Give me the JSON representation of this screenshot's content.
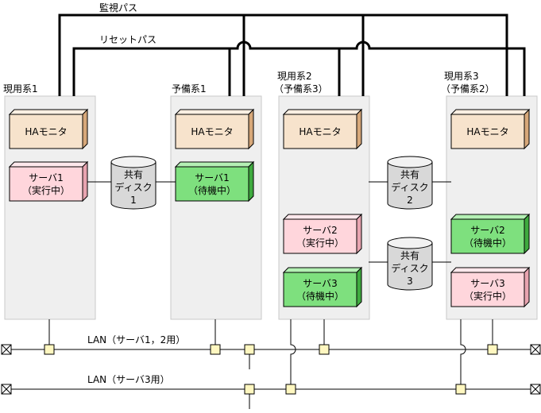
{
  "paths": {
    "monitor": "監視パス",
    "reset": "リセットパス"
  },
  "systems": {
    "s1": {
      "line1": "現用系1"
    },
    "s2": {
      "line1": "予備系1"
    },
    "s3": {
      "line1": "現用系2",
      "line2": "（予備系3）"
    },
    "s4": {
      "line1": "現用系3",
      "line2": "（予備系2）"
    }
  },
  "ha_label": "HAモニタ",
  "servers": {
    "srv1_run": {
      "l1": "サーバ1",
      "l2": "（実行中）"
    },
    "srv1_wait": {
      "l1": "サーバ1",
      "l2": "（待機中）"
    },
    "srv2_run": {
      "l1": "サーバ2",
      "l2": "（実行中）"
    },
    "srv3_wait": {
      "l1": "サーバ3",
      "l2": "（待機中）"
    },
    "srv2_wait": {
      "l1": "サーバ2",
      "l2": "（待機中）"
    },
    "srv3_run": {
      "l1": "サーバ3",
      "l2": "（実行中）"
    }
  },
  "disks": {
    "d1": {
      "l1": "共有",
      "l2": "ディスク",
      "l3": "1"
    },
    "d2": {
      "l1": "共有",
      "l2": "ディスク",
      "l3": "2"
    },
    "d3": {
      "l1": "共有",
      "l2": "ディスク",
      "l3": "3"
    }
  },
  "lan": {
    "lan1": "LAN（サーバ1，2用）",
    "lan2": "LAN（サーバ3用）"
  },
  "colors": {
    "ha_face": "#f7e3cc",
    "ha_top": "#fbefe2",
    "ha_side": "#d7a87a",
    "run_face": "#ffd6dc",
    "run_top": "#ffe8ec",
    "run_side": "#e8a4b0",
    "wait_face": "#7ee07e",
    "wait_top": "#b4f0b4",
    "wait_side": "#3faa3f",
    "disk_body": "#d8d8d8",
    "disk_top": "#f2f2f2"
  }
}
